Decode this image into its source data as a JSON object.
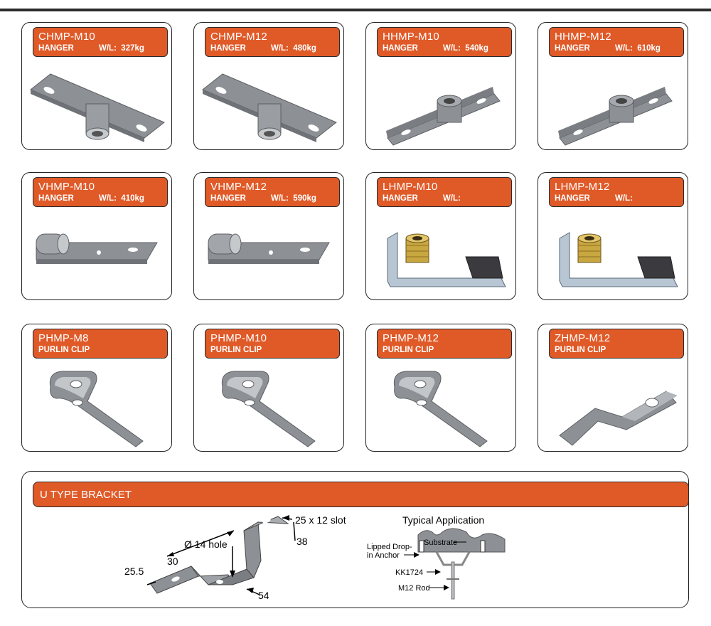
{
  "products": [
    {
      "code": "CHMP-M10",
      "type": "HANGER",
      "wl": "W/L:  327kg"
    },
    {
      "code": "CHMP-M12",
      "type": "HANGER",
      "wl": "W/L:  480kg"
    },
    {
      "code": "HHMP-M10",
      "type": "HANGER",
      "wl": "W/L:  540kg"
    },
    {
      "code": "HHMP-M12",
      "type": "HANGER",
      "wl": "W/L:  610kg"
    },
    {
      "code": "VHMP-M10",
      "type": "HANGER",
      "wl": "W/L:  410kg"
    },
    {
      "code": "VHMP-M12",
      "type": "HANGER",
      "wl": "W/L:  590kg"
    },
    {
      "code": "LHMP-M10",
      "type": "HANGER",
      "wl": "W/L:"
    },
    {
      "code": "LHMP-M12",
      "type": "HANGER",
      "wl": "W/L:"
    },
    {
      "code": "PHMP-M8",
      "type": "PURLIN CLIP",
      "wl": ""
    },
    {
      "code": "PHMP-M10",
      "type": "PURLIN CLIP",
      "wl": ""
    },
    {
      "code": "PHMP-M12",
      "type": "PURLIN CLIP",
      "wl": ""
    },
    {
      "code": "ZHMP-M12",
      "type": "PURLIN CLIP",
      "wl": ""
    }
  ],
  "u_bracket": {
    "title": "U TYPE BRACKET",
    "dims": {
      "slot": "25 x 12 slot",
      "d38": "38",
      "hole": "Ø 14 hole",
      "d30": "30",
      "d25": "25.5",
      "d54": "54"
    },
    "application": {
      "title": "Typical Application",
      "substrate": "Substrate",
      "anchor_1": "Lipped Drop-",
      "anchor_2": "in Anchor",
      "kk": "KK1724",
      "rod": "M12 Rod"
    }
  },
  "colors": {
    "accent": "#e05a28",
    "steel": "#8d9196",
    "zinc": "#b8c6d4"
  }
}
